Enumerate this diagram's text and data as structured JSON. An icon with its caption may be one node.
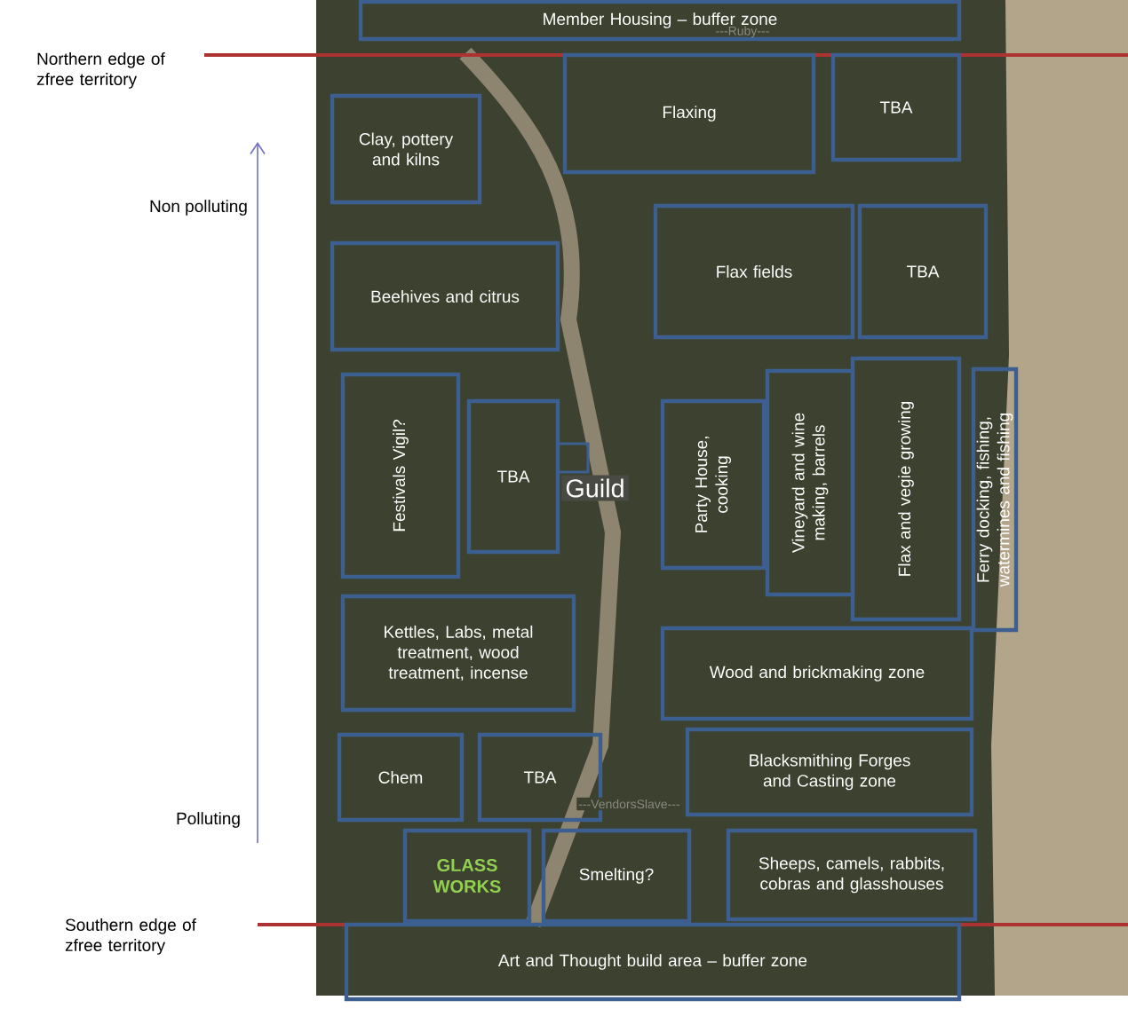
{
  "diagram": {
    "nodes": [
      {
        "text": [
          "Member Housing – buffer zone"
        ]
      },
      {
        "text": [
          "Clay, pottery and kilns"
        ]
      },
      {
        "text": [
          "Flaxing"
        ]
      },
      {
        "text": [
          "TBA"
        ]
      },
      {
        "text": [
          "Beehives and citrus"
        ]
      },
      {
        "text": [
          "Flax fields"
        ]
      },
      {
        "text": [
          "TBA"
        ]
      },
      {
        "text": [
          "Festivals Vigil?"
        ]
      },
      {
        "text": [
          "TBA"
        ]
      },
      {
        "text": [
          "Party House, cooking"
        ]
      },
      {
        "text": [
          "Vineyard and wine making, barrels"
        ]
      },
      {
        "text": [
          "Flax and vegie growing"
        ]
      },
      {
        "text": [
          "Ferry docking, fishing, watermines and fishing"
        ]
      },
      {
        "text": [
          "Kettles, Labs, metal treatment, wood treatment, incense"
        ]
      },
      {
        "text": [
          "Wood and brickmaking zone"
        ]
      },
      {
        "text": [
          "Blacksmithing Forges and Casting zone"
        ]
      },
      {
        "text": [
          "Chem"
        ]
      },
      {
        "text": [
          "TBA"
        ]
      },
      {
        "text": [
          "GLASS WORKS"
        ]
      },
      {
        "text": [
          "Smelting?"
        ]
      },
      {
        "text": [
          "Sheeps, camels, rabbits, cobras and glasshouses"
        ]
      },
      {
        "text": [
          "Art and Thought build area – buffer zone"
        ]
      }
    ],
    "labels": [
      "Northern edge of zfree territory",
      "Non polluting",
      "---Ruby---",
      "Guild",
      "---VendorsSlave---",
      "Polluting",
      "Southern edge of zfree territory"
    ]
  }
}
